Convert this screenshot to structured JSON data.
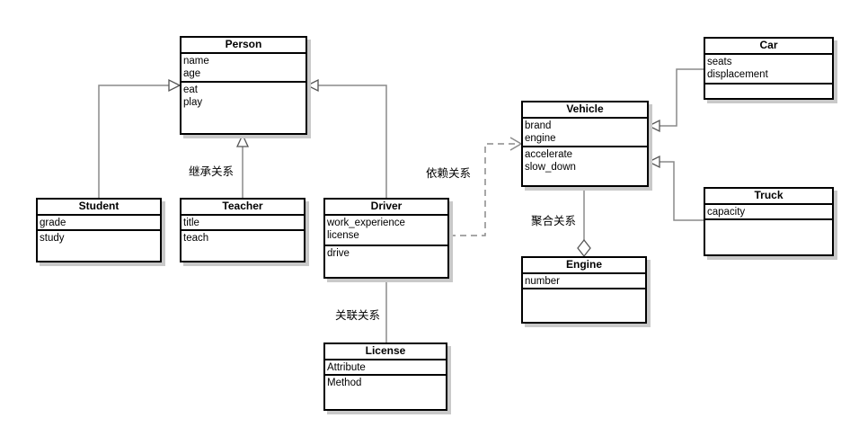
{
  "diagram": {
    "type": "uml-class-diagram",
    "classes": [
      {
        "id": "person",
        "name": "Person",
        "attributes": [
          "name",
          "age"
        ],
        "methods": [
          "eat",
          "play"
        ]
      },
      {
        "id": "student",
        "name": "Student",
        "attributes": [
          "grade"
        ],
        "methods": [
          "study"
        ]
      },
      {
        "id": "teacher",
        "name": "Teacher",
        "attributes": [
          "title"
        ],
        "methods": [
          "teach"
        ]
      },
      {
        "id": "driver",
        "name": "Driver",
        "attributes": [
          "work_experience",
          "license"
        ],
        "methods": [
          "drive"
        ]
      },
      {
        "id": "license",
        "name": "License",
        "attributes": [
          "Attribute"
        ],
        "methods": [
          "Method"
        ]
      },
      {
        "id": "vehicle",
        "name": "Vehicle",
        "attributes": [
          "brand",
          "engine"
        ],
        "methods": [
          "accelerate",
          "slow_down"
        ]
      },
      {
        "id": "engine",
        "name": "Engine",
        "attributes": [
          "number"
        ],
        "methods": []
      },
      {
        "id": "car",
        "name": "Car",
        "attributes": [
          "seats",
          "displacement"
        ],
        "methods": []
      },
      {
        "id": "truck",
        "name": "Truck",
        "attributes": [
          "capacity"
        ],
        "methods": []
      }
    ],
    "relationship_labels": {
      "inheritance": "继承关系",
      "dependency": "依赖关系",
      "association": "关联关系",
      "aggregation": "聚合关系"
    },
    "relationships": [
      {
        "from": "Student",
        "to": "Person",
        "type": "inheritance"
      },
      {
        "from": "Teacher",
        "to": "Person",
        "type": "inheritance"
      },
      {
        "from": "Driver",
        "to": "Person",
        "type": "inheritance"
      },
      {
        "from": "Car",
        "to": "Vehicle",
        "type": "inheritance"
      },
      {
        "from": "Truck",
        "to": "Vehicle",
        "type": "inheritance"
      },
      {
        "from": "Driver",
        "to": "Vehicle",
        "type": "dependency"
      },
      {
        "from": "Driver",
        "to": "License",
        "type": "association"
      },
      {
        "from": "Vehicle",
        "to": "Engine",
        "type": "aggregation"
      }
    ],
    "colors": {
      "box_border": "#000000",
      "box_fill": "#ffffff",
      "edge": "#8a8a8a",
      "arrow_outline": "#555555",
      "shadow": "#c9c9c9",
      "text": "#000000"
    }
  }
}
